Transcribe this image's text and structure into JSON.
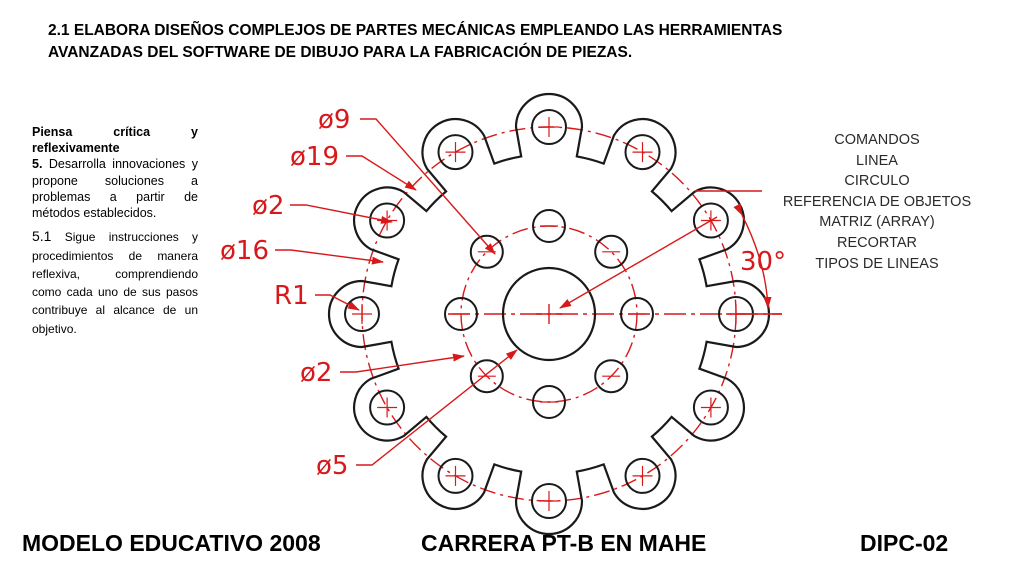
{
  "header": {
    "line1": "2.1 ELABORA DISEÑOS COMPLEJOS DE PARTES MECÁNICAS EMPLEANDO LAS HERRAMIENTAS",
    "line2": "AVANZADAS DEL SOFTWARE DE DIBUJO PARA LA FABRICACIÓN DE PIEZAS."
  },
  "left": {
    "heading": "Piensa crítica y reflexivamente",
    "point5_num": "5.",
    "point5_text": "Desarrolla innovaciones y propone soluciones a problemas a partir de métodos establecidos.",
    "point51_num": "5.1",
    "point51_text": "Sigue instrucciones y procedimientos de manera reflexiva, comprendiendo como cada uno de sus pasos contribuye al alcance de un objetivo."
  },
  "commands": {
    "title": "COMANDOS",
    "items": [
      "LINEA",
      "CIRCULO",
      "REFERENCIA DE OBJETOS",
      "MATRIZ (ARRAY)",
      "RECORTAR",
      "TIPOS DE LINEAS"
    ]
  },
  "dimensions": {
    "d9": "ø9",
    "d19": "ø19",
    "d2_top": "ø2",
    "d16": "ø16",
    "r1": "R1",
    "d2_bottom": "ø2",
    "d5": "ø5",
    "angle": "30°"
  },
  "colors": {
    "drawing": "#1a1a1a",
    "dimension": "#d8191b"
  },
  "footer": {
    "left": "MODELO EDUCATIVO 2008",
    "center": "CARRERA PT-B EN MAHE",
    "right": "DIPC-02"
  }
}
